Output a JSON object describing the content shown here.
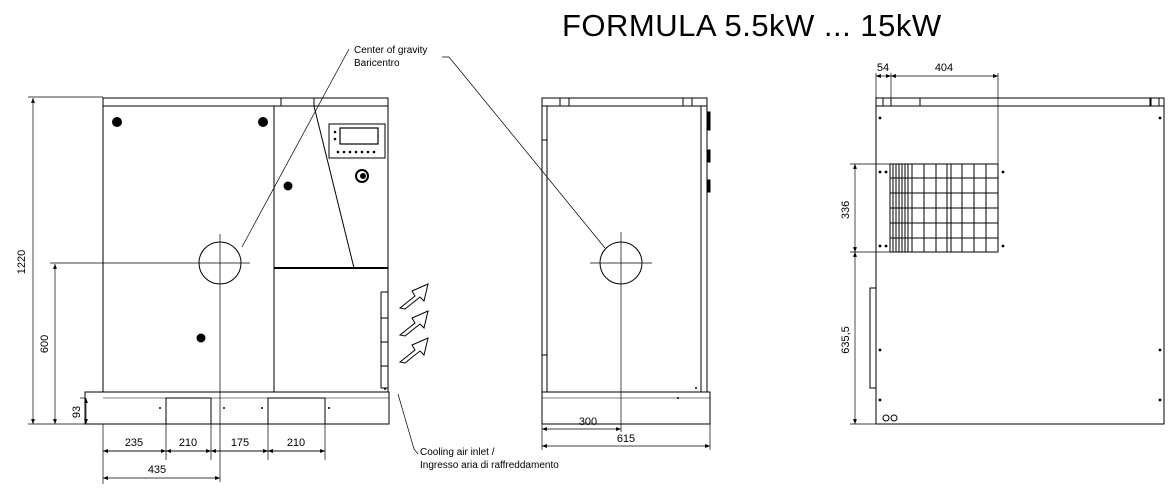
{
  "title": "FORMULA 5.5kW ... 15kW",
  "labels": {
    "cog_en": "Center of gravity",
    "cog_it": "Baricentro",
    "air_en": "Cooling air inlet /",
    "air_it": "Ingresso aria di raffreddamento"
  },
  "front_view": {
    "dim_height": "1220",
    "dim_cog_height": "600",
    "dim_base": "93",
    "dim_b1": "235",
    "dim_b2": "210",
    "dim_b3": "175",
    "dim_b4": "210",
    "dim_435": "435"
  },
  "side_view": {
    "dim_300": "300",
    "dim_615": "615"
  },
  "rear_view": {
    "dim_54": "54",
    "dim_404": "404",
    "dim_336": "336",
    "dim_6355": "635,5",
    "mark_oo": "oo"
  }
}
